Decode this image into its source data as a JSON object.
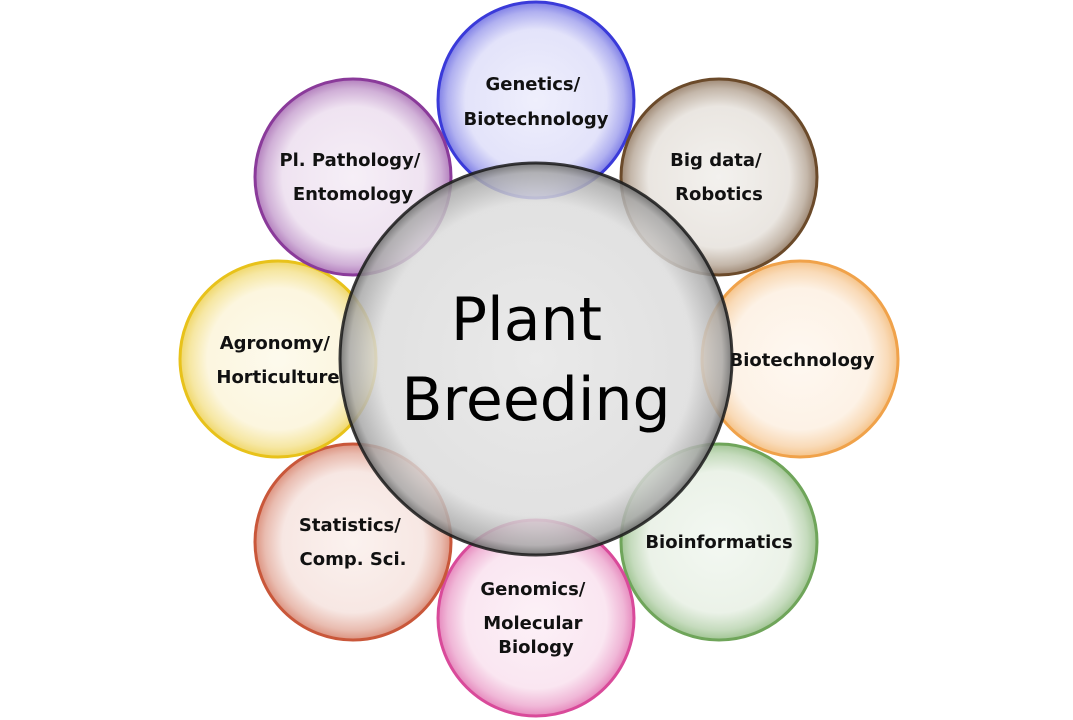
{
  "center": {
    "line1": "Plant",
    "line2": "Breeding",
    "color": "#d9d9d9"
  },
  "satellites": [
    {
      "lines": [
        "Genetics/",
        "Biotechnology"
      ],
      "color": "#3a3ad9"
    },
    {
      "lines": [
        "Big data/",
        "Robotics"
      ],
      "color": "#6b4a2a"
    },
    {
      "lines": [
        "Biotechnology"
      ],
      "color": "#f0a24a"
    },
    {
      "lines": [
        "Bioinformatics"
      ],
      "color": "#6fa55a"
    },
    {
      "lines": [
        "Genomics/",
        "Molecular",
        "Biology"
      ],
      "color": "#d94a9a"
    },
    {
      "lines": [
        "Statistics/",
        "Comp. Sci."
      ],
      "color": "#c9573a"
    },
    {
      "lines": [
        "Agronomy/",
        "Horticulture"
      ],
      "color": "#e8c21a"
    },
    {
      "lines": [
        "Pl. Pathology/",
        "Entomology"
      ],
      "color": "#8a3a9a"
    }
  ]
}
